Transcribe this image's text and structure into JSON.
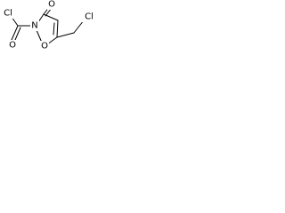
{
  "molecule": {
    "atoms": {
      "cl_acyl": "Cl",
      "o_carbonyl_acyl": "O",
      "n_ring": "N",
      "o_ring": "O",
      "o_ketone": "O",
      "cl_chloromethyl": "Cl"
    },
    "colors": {
      "bond": "#000000",
      "label": "#000000",
      "background": "#ffffff"
    }
  }
}
